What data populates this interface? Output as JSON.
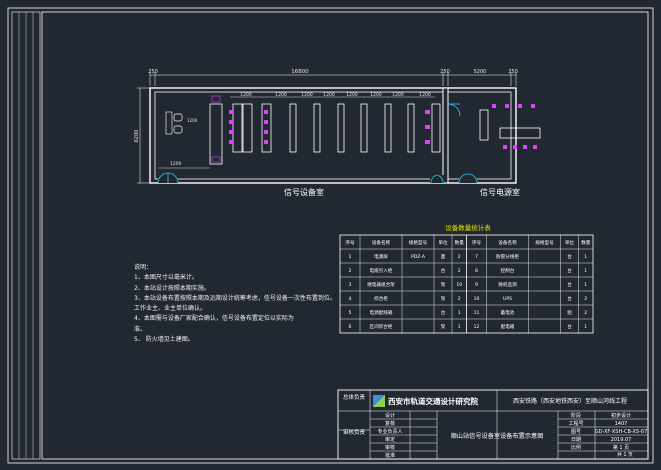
{
  "colors": {
    "background": "#222831",
    "frame": "#ffffff",
    "cyan": "#22d3ee",
    "magenta": "#e040fb",
    "yellow": "#e6e600",
    "label": "#e8e8e8"
  },
  "plan": {
    "room_signal_equipment": "信号设备室",
    "room_power_supply": "信号电源室",
    "dim_total_left": "16800",
    "dim_left_end": "250",
    "dim_mid": "250",
    "dim_right": "5200",
    "dim_right_end": "250",
    "dim_height": "6200",
    "dim_col": "1200",
    "dim_col_small": "1200",
    "dim_bottom": "1200"
  },
  "equipment_table": {
    "title": "设备数量统计表",
    "headers": [
      "序号",
      "设备名称",
      "规格型号",
      "单位",
      "数量",
      "序号",
      "设备名称",
      "规格型号",
      "单位",
      "数量"
    ],
    "rows": [
      [
        "1",
        "电源屏",
        "PDZ-A",
        "面",
        "2",
        "7",
        "防雷分线柜",
        "",
        "台",
        "1"
      ],
      [
        "2",
        "电缆引入柜",
        "",
        "台",
        "2",
        "8",
        "控制台",
        "",
        "台",
        "1"
      ],
      [
        "3",
        "继电器组合架",
        "",
        "架",
        "10",
        "9",
        "微机监测",
        "",
        "台",
        "1"
      ],
      [
        "4",
        "综合柜",
        "",
        "架",
        "2",
        "10",
        "UPS",
        "",
        "台",
        "2"
      ],
      [
        "5",
        "电源配线箱",
        "",
        "台",
        "1",
        "11",
        "蓄电池",
        "",
        "组",
        "2"
      ],
      [
        "6",
        "区间综合柜",
        "",
        "架",
        "1",
        "12",
        "配电箱",
        "",
        "台",
        "1"
      ]
    ]
  },
  "notes": {
    "heading": "说明：",
    "lines": [
      "1、本图尺寸以毫米计。",
      "2、本站设计按照本期实施。",
      "3、本站设备布置按照本期及远期设计统筹考虑，信号设备一次性布置到位。",
      "工作业主、业主单位确认。",
      "4、本图需与设备厂家配合确认，信号设备布置定位以实际为",
      "准。",
      "5、    防火墙见土建图。"
    ]
  },
  "title_block": {
    "institute": "西安市轨道交通设计研究院",
    "project": "西安铁路（西安地铁西安）至顺山河线工程",
    "drawing_title": "顺山站信号设备室设备布置示意图",
    "designer_label": "总体负责",
    "checker_label": "审核负责",
    "roles": [
      "设计",
      "复核",
      "专业负责人",
      "审定",
      "审核",
      "批准"
    ],
    "meta_labels": [
      "阶段",
      "工程号",
      "图号",
      "日期",
      "比例"
    ],
    "meta_values": [
      "初步设计",
      "1407",
      "GD-XF-XSH-CB-XS-07",
      "2019.07",
      "第 1 页"
    ],
    "sheet": "共 1 页"
  }
}
